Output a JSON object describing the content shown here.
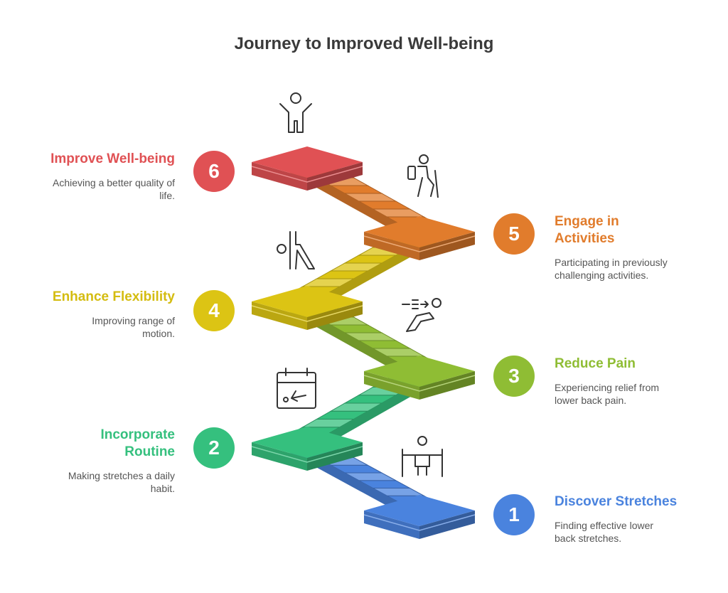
{
  "title": "Journey to Improved Well-being",
  "steps": [
    {
      "number": "1",
      "title": "Discover Stretches",
      "description": "Finding effective lower back stretches.",
      "color": "#4a83de",
      "icon": "stretch-bar-icon"
    },
    {
      "number": "2",
      "title": "Incorporate Routine",
      "description": "Making stretches a daily habit.",
      "color": "#35c07e",
      "icon": "calendar-icon"
    },
    {
      "number": "3",
      "title": "Reduce Pain",
      "description": "Experiencing relief from lower back pain.",
      "color": "#8fbd34",
      "icon": "relief-person-icon"
    },
    {
      "number": "4",
      "title": "Enhance Flexibility",
      "description": "Improving range of motion.",
      "color": "#dcc414",
      "icon": "yoga-pose-icon"
    },
    {
      "number": "5",
      "title": "Engage in Activities",
      "description": "Participating in previously challenging activities.",
      "color": "#e17c2c",
      "icon": "hiker-icon"
    },
    {
      "number": "6",
      "title": "Improve Well-being",
      "description": "Achieving a better quality of life.",
      "color": "#e05154",
      "icon": "cheering-person-icon"
    }
  ]
}
